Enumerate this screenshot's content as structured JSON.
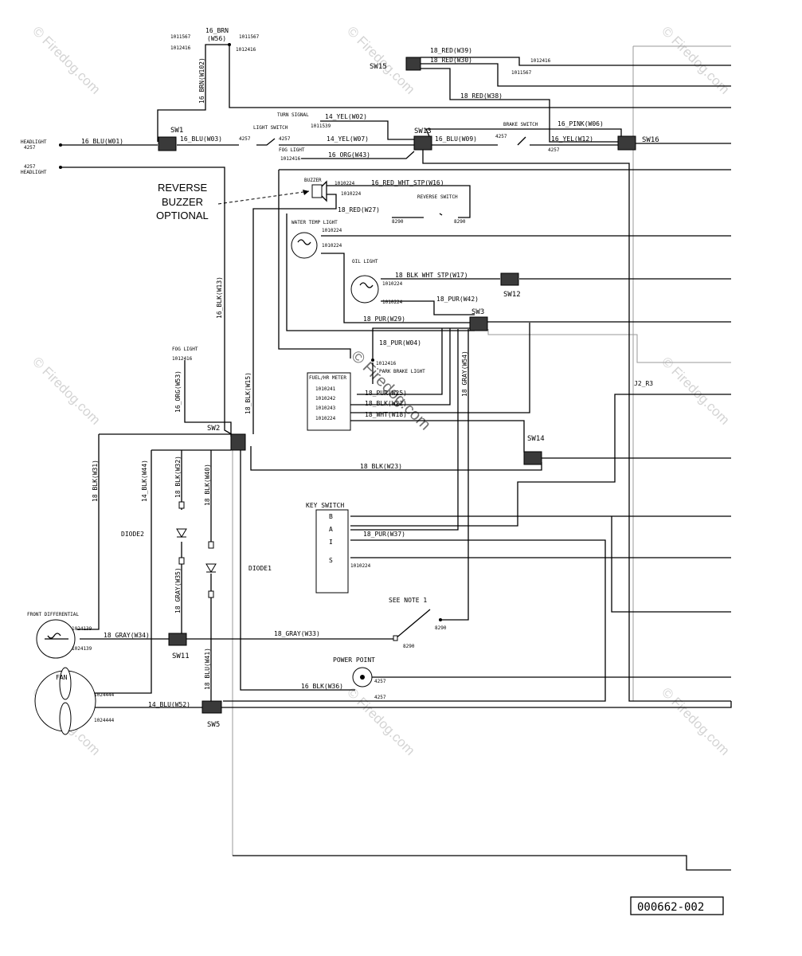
{
  "diagram_id": "000662-002",
  "annotation": {
    "line1": "REVERSE",
    "line2": "BUZZER",
    "line3": "OPTIONAL"
  },
  "watermark": "© Firedog.com",
  "connectors": {
    "sw1": "SW1",
    "sw2": "SW2",
    "sw3": "SW3",
    "sw5": "SW5",
    "sw11": "SW11",
    "sw12": "SW12",
    "sw13": "SW13",
    "sw14": "SW14",
    "sw15": "SW15",
    "sw16": "SW16"
  },
  "components": {
    "headlight": "HEADLIGHT",
    "turn_signal": "TURN SIGNAL",
    "light_switch": "LIGHT SWITCH",
    "fog_light": "FOG LIGHT",
    "brake_switch": "BRAKE SWITCH",
    "buzzer": "BUZZER",
    "reverse_switch": "REVERSE SWITCH",
    "water_temp_light": "WATER TEMP LIGHT",
    "oil_light": "OIL LIGHT",
    "park_brake_light": "PARK BRAKE LIGHT",
    "fuel_hour_meter": "FUEL/HR METER",
    "key_switch": "KEY SWITCH",
    "see_note": "SEE NOTE 1",
    "power_point": "POWER POINT",
    "front_differential": "FRONT DIFFERENTIAL",
    "fan": "FAN",
    "diode1": "DIODE1",
    "diode2": "DIODE2",
    "j2r3": "J2_R3",
    "key_b": "B",
    "key_a": "A",
    "key_i": "I",
    "key_s": "S"
  },
  "wires": {
    "w56a": "16_BRN",
    "w56b": "(W56)",
    "w102": "16_BRN(W102)",
    "w01": "16_BLU(W01)",
    "w03": "16_BLU(W03)",
    "w02": "14_YEL(W02)",
    "w07": "14_YEL(W07)",
    "w43": "16_ORG(W43)",
    "w09": "16_BLU(W09)",
    "w12": "16_YEL(W12)",
    "w06": "16_PINK(W06)",
    "w39": "18_RED(W39)",
    "w30": "18_RED(W30)",
    "w38": "18_RED(W38)",
    "w16": "16_RED_WHT_STP(W16)",
    "w27": "18_RED(W27)",
    "w17": "18_BLK_WHT_STP(W17)",
    "w42": "18_PUR(W42)",
    "w29": "18_PUR(W29)",
    "w04": "18_PUR(W04)",
    "w54": "18_GRAY(W54)",
    "w13": "16_BLK(W13)",
    "w15": "18_BLK(W15)",
    "w53": "16_ORG(W53)",
    "w25": "18_PUR(W25)",
    "w22": "18_BLK(W22)",
    "w18": "18_WHT(W18)",
    "w23": "18_BLK(W23)",
    "w31": "18_BLK(W31)",
    "w44": "14_BLK(W44)",
    "w32": "18_BLK(W32)",
    "w40": "18_BLK(W40)",
    "w35": "18_GRAY(W35)",
    "w37": "18_PUR(W37)",
    "w34": "18_GRAY(W34)",
    "w33": "18_GRAY(W33)",
    "w41": "18_BLU(W41)",
    "w36": "16_BLK(W36)",
    "w52": "14_BLU(W52)"
  },
  "terminals": {
    "t1011567": "1011567",
    "t1012416": "1012416",
    "t4257": "4257",
    "t1011539": "1011539",
    "t1010224": "1010224",
    "t8290": "8290",
    "t1010241": "1010241",
    "t1010242": "1010242",
    "t1010243": "1010243",
    "t1024139": "1024139",
    "t1024444": "1024444"
  }
}
